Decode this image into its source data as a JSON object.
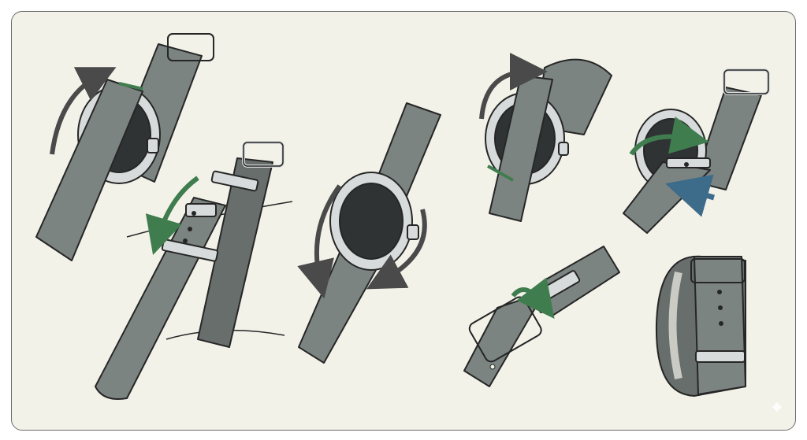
{
  "colors": {
    "background": "#f3f2e9",
    "strap": "#7c8482",
    "strap_shade": "#676e6c",
    "watch_face": "#2f3334",
    "metal": "#d8dbdb",
    "outline": "#262626",
    "arrow_dark": "#4a4a4a",
    "arrow_green": "#3f7d4f",
    "arrow_blue": "#3d6b8a"
  },
  "steps": [
    {
      "icon": "watch-strap-thread-under-case-illustration",
      "arrow": "curved-arrow-up"
    },
    {
      "icon": "strap-through-buckle-on-wrist-illustration",
      "arrow": "green-arrow-down"
    },
    {
      "icon": "watch-positioned-on-strap-illustration",
      "arrow": "double-curved-arrows"
    },
    {
      "icon": "strap-thread-back-under-case-illustration",
      "arrow": "curved-arrow-over"
    },
    {
      "icon": "strap-through-second-keeper-illustration",
      "arrow": "green-and-blue-arrows"
    },
    {
      "icon": "buckle-prong-into-hole-illustration",
      "arrow": "green-arrow-into-hole"
    },
    {
      "icon": "finished-nato-strap-loop-illustration",
      "arrow": ""
    }
  ]
}
